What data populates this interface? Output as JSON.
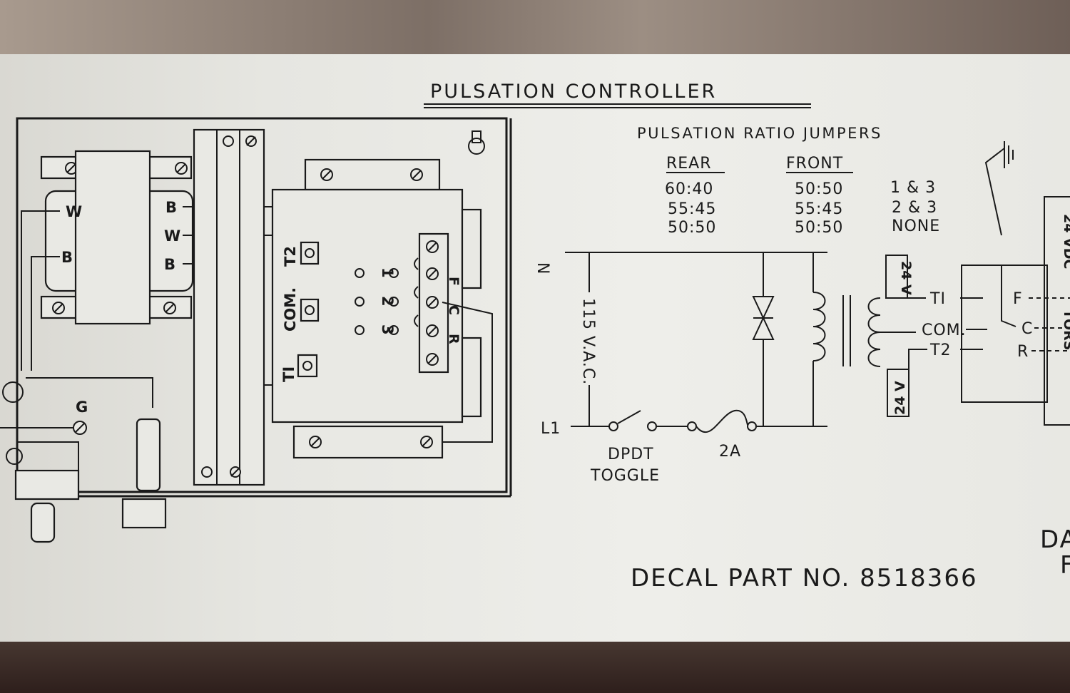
{
  "title": "PULSATION CONTROLLER",
  "jumpers": {
    "heading": "PULSATION RATIO JUMPERS",
    "col_rear": "REAR",
    "col_front": "FRONT",
    "rows": [
      {
        "rear": "60:40",
        "front": "50:50",
        "jumper": "1 & 3"
      },
      {
        "rear": "55:45",
        "front": "55:45",
        "jumper": "2 & 3"
      },
      {
        "rear": "50:50",
        "front": "50:50",
        "jumper": "NONE"
      }
    ]
  },
  "wiring": {
    "transformer_left": [
      "W",
      "B"
    ],
    "transformer_right": [
      "B",
      "W",
      "B"
    ],
    "ground": "G",
    "terminals": [
      "T2",
      "COM.",
      "TI"
    ],
    "jumper_numbers": [
      "1",
      "2",
      "3"
    ],
    "relay_terminals": [
      "F",
      "C",
      "R"
    ]
  },
  "schematic": {
    "line_n": "N",
    "line_l1": "L1",
    "voltage": "115 V.A.C.",
    "switch": "DPDT",
    "switch_type": "TOGGLE",
    "fuse": "2A",
    "secondary_top": "24 V",
    "secondary_bottom": "24 V",
    "out_t1": "TI",
    "out_com": "COM.",
    "out_t2": "T2",
    "relay_f": "F",
    "relay_c": "C",
    "relay_r": "R",
    "vdc_partial": "24 VDC",
    "tors_partial": "TORS"
  },
  "decal_part": "DECAL PART NO. 8518366",
  "edge_partial_1": "DA",
  "edge_partial_2": "F"
}
